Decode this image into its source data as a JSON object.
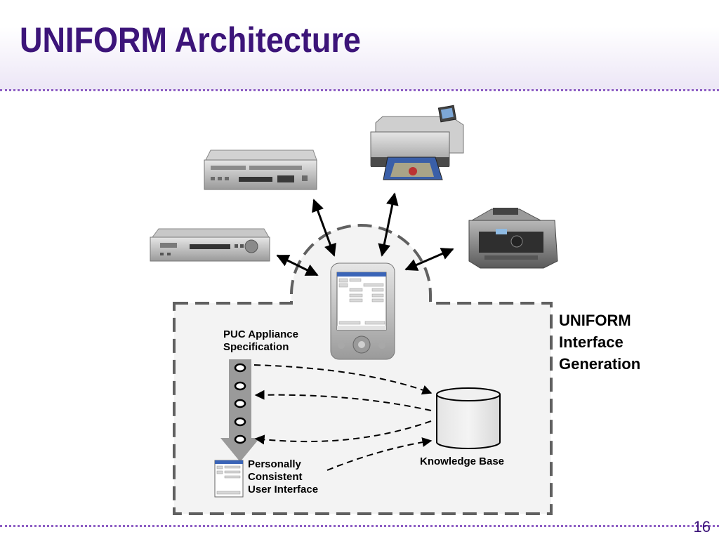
{
  "slide": {
    "title": "UNIFORM Architecture",
    "number": "16"
  },
  "labels": {
    "puc_spec": [
      "PUC Appliance",
      "Specification"
    ],
    "interface": [
      "Personally",
      "Consistent",
      "User Interface"
    ],
    "knowledge_base": "Knowledge Base",
    "uniform_gen": [
      "UNIFORM",
      "Interface",
      "Generation"
    ]
  },
  "colors": {
    "title": "#3c1479",
    "rule": "#8e5fc4",
    "dashed_border": "#606060",
    "region_fill": "#f3f3f3",
    "funnel_arrow": "#9a9a9a"
  },
  "devices": [
    "vcr-dvd-combo",
    "vcr",
    "photo-printer",
    "multifunction-printer",
    "pocket-pc"
  ]
}
